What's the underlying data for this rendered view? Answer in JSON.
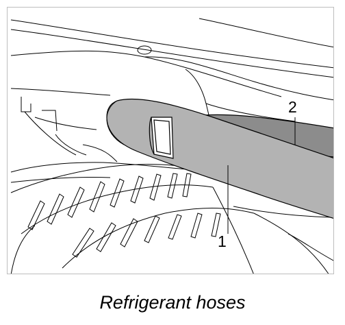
{
  "figure": {
    "callouts": {
      "hose_1": "1",
      "hose_2": "2"
    },
    "caption": "Refrigerant hoses",
    "colors": {
      "line": "#000000",
      "hose_fill_light": "#b3b3b3",
      "hose_fill_dark": "#8c8c8c",
      "frame_border": "#bdbdbd"
    }
  }
}
